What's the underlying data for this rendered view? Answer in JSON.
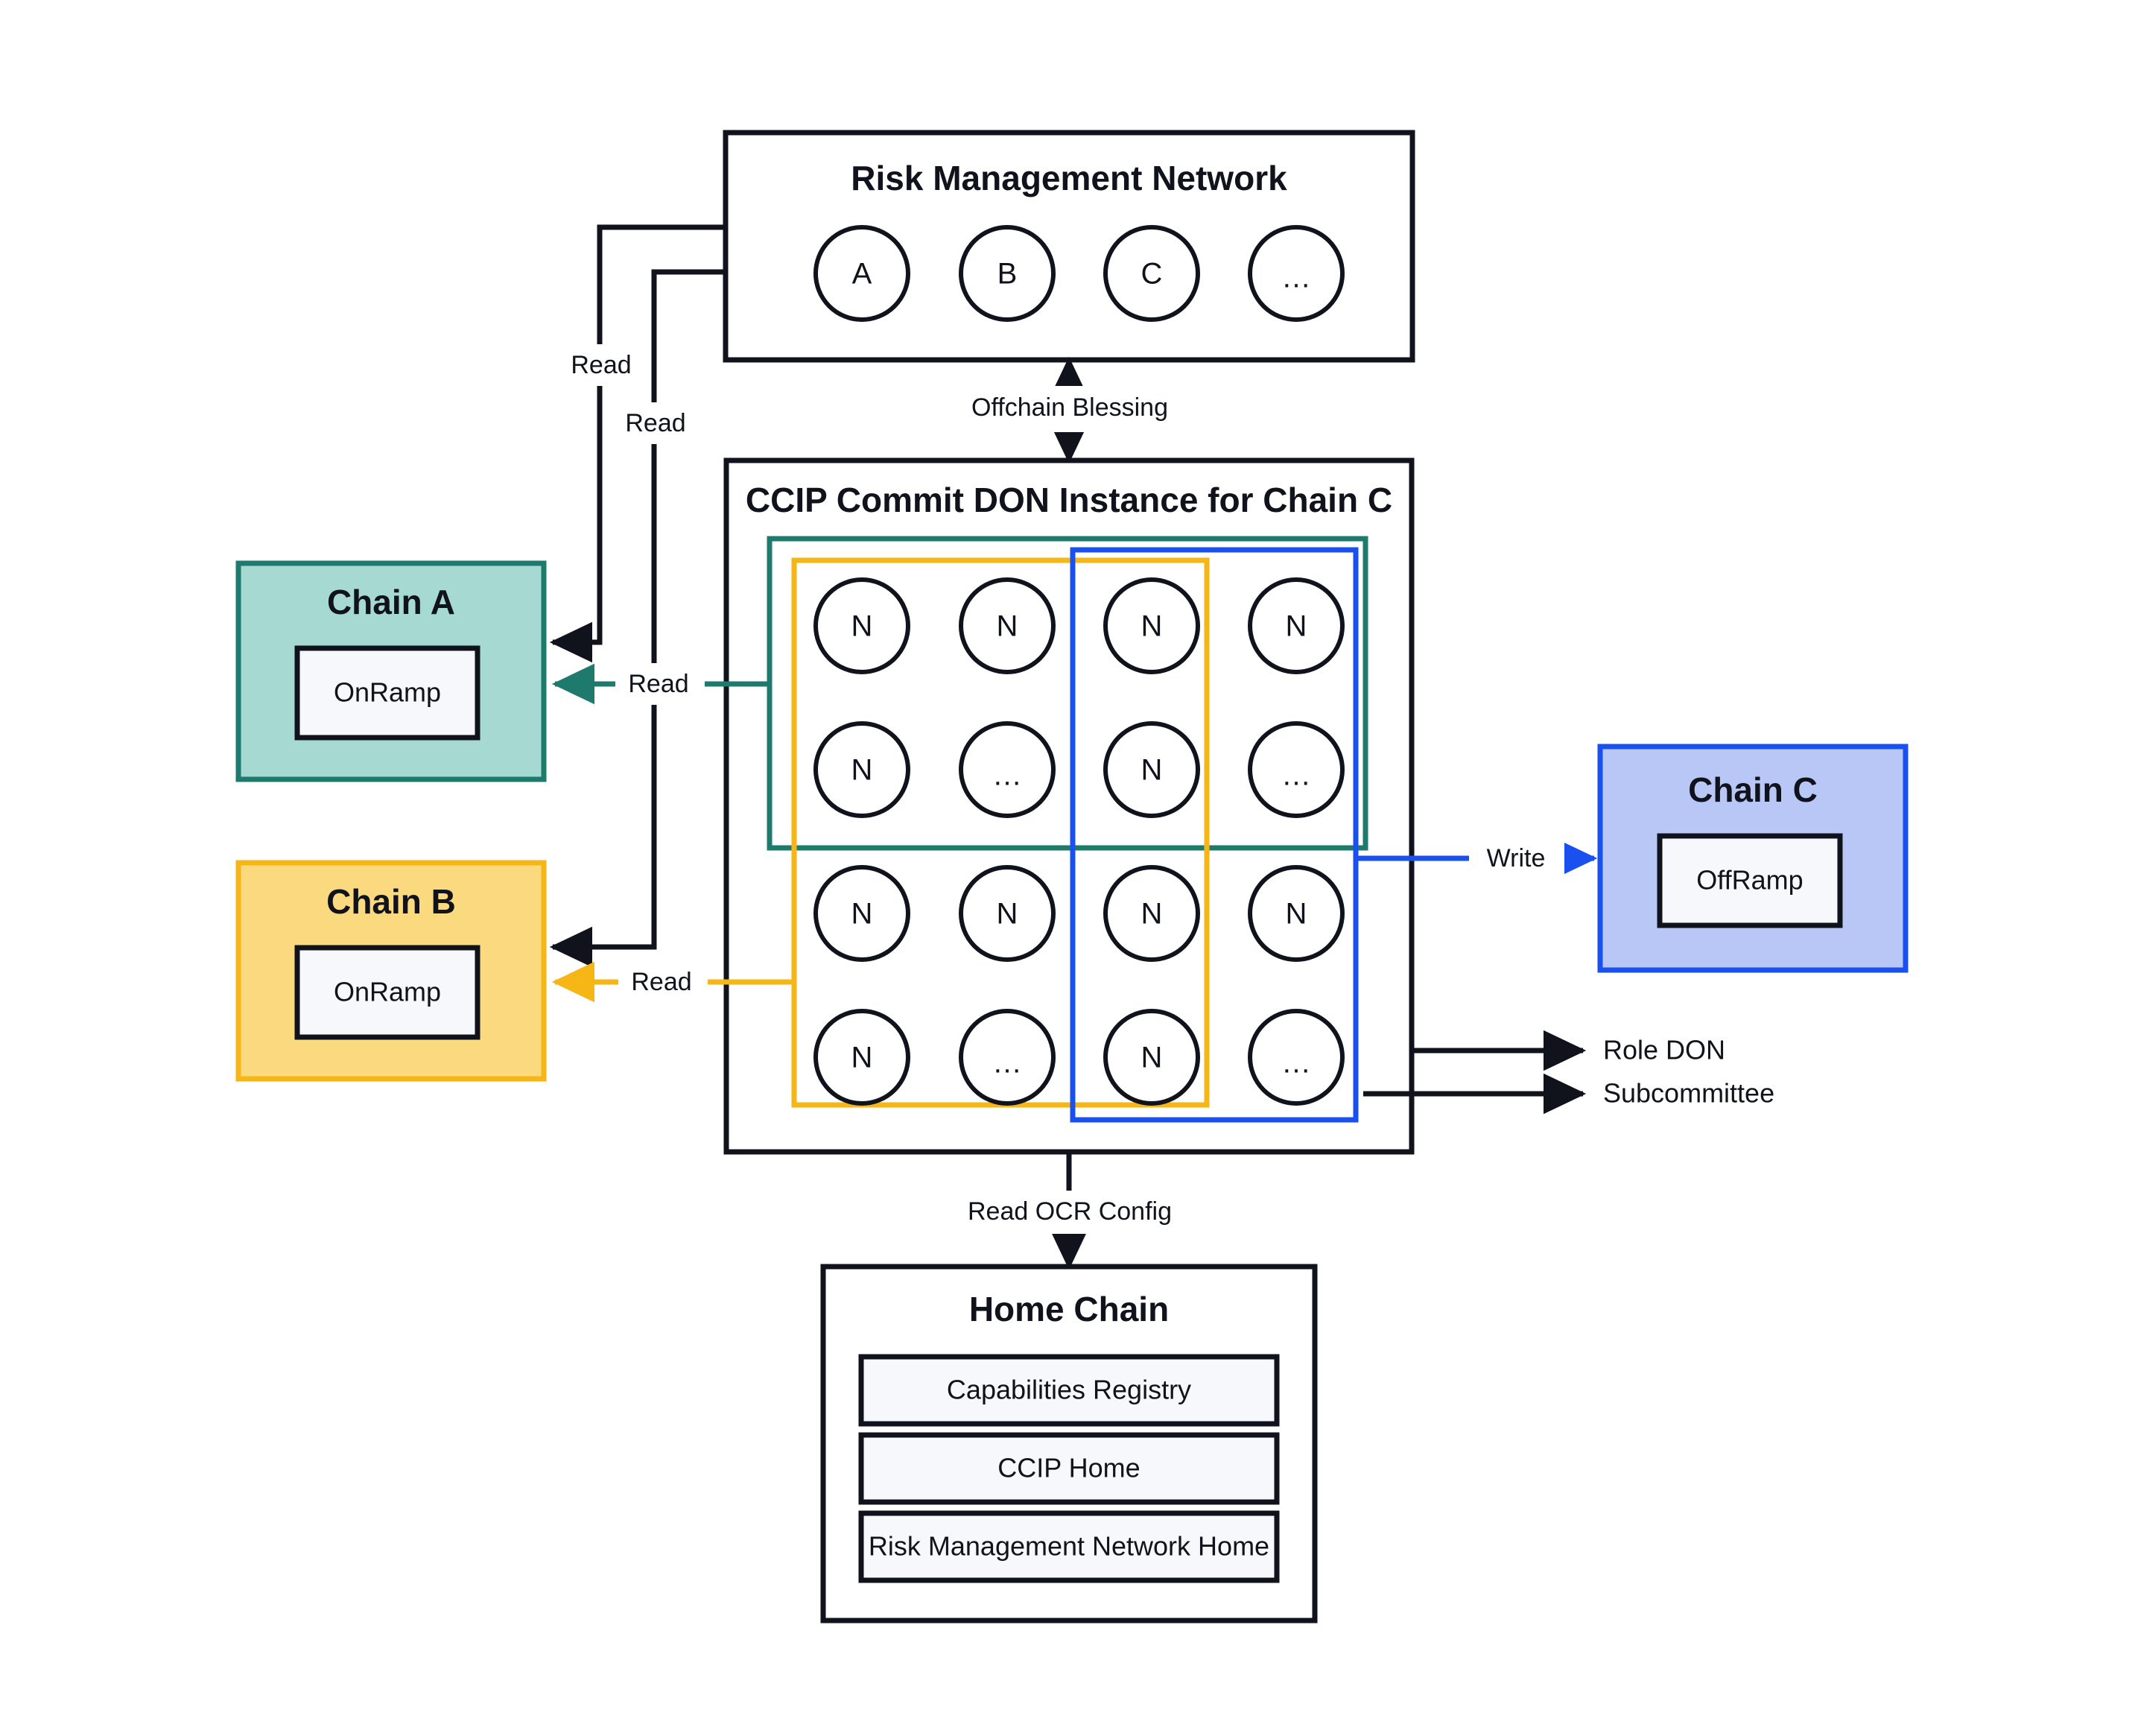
{
  "diagram": {
    "title_visible": false,
    "colors": {
      "ink": "#10131c",
      "teal": "#1d7a6c",
      "teal_fill": "#a6d9d1",
      "yellow": "#f5b616",
      "yellow_fill": "#fbd97f",
      "blue": "#1a4ff0",
      "blue_fill": "#b9c7f7",
      "panel_fill": "#f7f8fc",
      "background": "#ffffff"
    }
  },
  "risk_management_network": {
    "title": "Risk Management Network",
    "nodes": [
      "A",
      "B",
      "C",
      "…"
    ]
  },
  "offchain_blessing": {
    "label": "Offchain Blessing"
  },
  "commit_don": {
    "title": "CCIP Commit DON Instance for Chain C",
    "node_grid": [
      [
        "N",
        "N",
        "N",
        "N"
      ],
      [
        "N",
        "…",
        "N",
        "…"
      ],
      [
        "N",
        "N",
        "N",
        "N"
      ],
      [
        "N",
        "…",
        "N",
        "…"
      ]
    ],
    "groupings": {
      "teal_group": "role-don-chain-a",
      "yellow_group": "role-don-chain-b",
      "blue_group": "subcommittee-chain-c"
    }
  },
  "chain_a": {
    "title": "Chain A",
    "contract": "OnRamp"
  },
  "chain_b": {
    "title": "Chain B",
    "contract": "OnRamp"
  },
  "chain_c": {
    "title": "Chain C",
    "contract": "OffRamp"
  },
  "home_chain": {
    "title": "Home Chain",
    "contracts": [
      "Capabilities Registry",
      "CCIP Home",
      "Risk Management Network Home"
    ]
  },
  "edges": {
    "rmn_read_chain_a": "Read",
    "rmn_read_chain_b": "Read",
    "don_read_chain_a": "Read",
    "don_read_chain_b": "Read",
    "don_write_chain_c": "Write",
    "don_read_ocr_config": "Read OCR Config"
  },
  "legend": {
    "role_don": "Role DON",
    "subcommittee": "Subcommittee"
  }
}
